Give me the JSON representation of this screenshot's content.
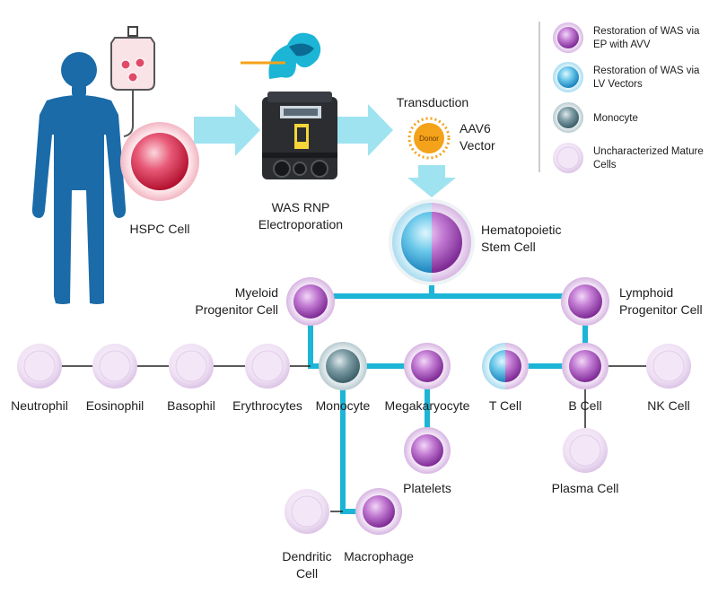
{
  "title_steps": {
    "hspc_label": "HSPC Cell",
    "electroporation_line1": "WAS RNP",
    "electroporation_line2": "Electroporation",
    "transduction": "Transduction",
    "vector_line1": "AAV6",
    "vector_line2": "Vector",
    "donor": "Donor"
  },
  "cells": {
    "stem_line1": "Hematopoietic",
    "stem_line2": "Stem Cell",
    "myeloid_line1": "Myeloid",
    "myeloid_line2": "Progenitor Cell",
    "lymphoid_line1": "Lymphoid",
    "lymphoid_line2": "Progenitor Cell",
    "neutrophil": "Neutrophil",
    "eosinophil": "Eosinophil",
    "basophil": "Basophil",
    "erythrocytes": "Erythrocytes",
    "monocyte": "Monocyte",
    "megakaryocyte": "Megakaryocyte",
    "t_cell": "T Cell",
    "b_cell": "B Cell",
    "nk_cell": "NK Cell",
    "platelets": "Platelets",
    "plasma_cell": "Plasma Cell",
    "dendritic_line1": "Dendritic",
    "dendritic_line2": "Cell",
    "macrophage": "Macrophage"
  },
  "legend": [
    {
      "line1": "Restoration of WAS via",
      "line2": "EP with AVV",
      "icon": "purple-cell-icon"
    },
    {
      "line1": "Restoration of WAS via",
      "line2": "LV Vectors",
      "icon": "blue-cell-icon"
    },
    {
      "line1": "Monocyte",
      "line2": "",
      "icon": "gray-cell-icon"
    },
    {
      "line1": "Uncharacterized Mature",
      "line2": "Cells",
      "icon": "pale-cell-icon"
    }
  ],
  "colors": {
    "connector": "#1cb5d6",
    "body": "#1a6ba8",
    "arrow": "#9fe3f0",
    "purple": "#9b3fb0",
    "blue": "#2fa8d8",
    "gray": "#4f7a85",
    "pale": "#e6d6ee",
    "hspc": "#d8234a",
    "donor": "#f4a21a"
  }
}
